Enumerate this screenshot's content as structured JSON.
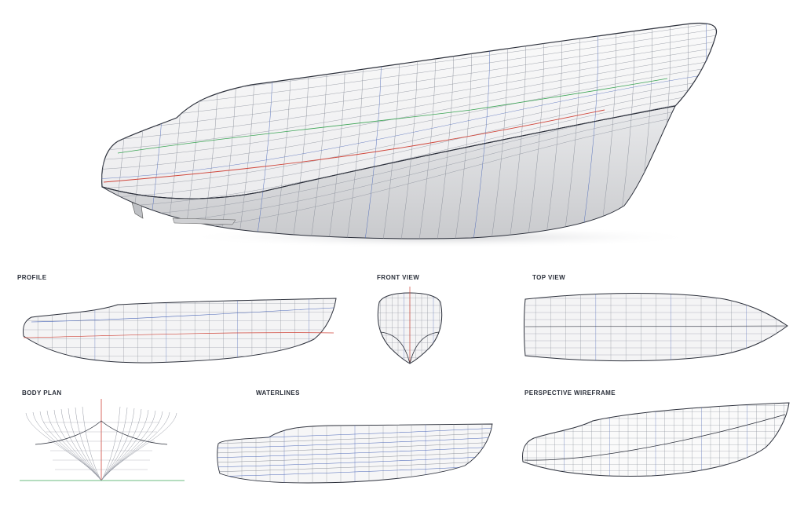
{
  "views": {
    "profile": {
      "label": "PROFILE"
    },
    "front": {
      "label": "FRONT VIEW"
    },
    "top": {
      "label": "TOP VIEW"
    },
    "body_plan": {
      "label": "BODY PLAN"
    },
    "waterlines": {
      "label": "WATERLINES"
    },
    "perspective": {
      "label": "PERSPECTIVE WIREFRAME"
    }
  },
  "colors": {
    "hull_line": "#2b2f3a",
    "grid_line": "#8a8f9a",
    "blue_line": "#4a66b8",
    "red_line": "#d0463b",
    "green_line": "#3aa454",
    "hull_fill": "#f4f4f5",
    "hull_shadow": "#d9dadd"
  }
}
